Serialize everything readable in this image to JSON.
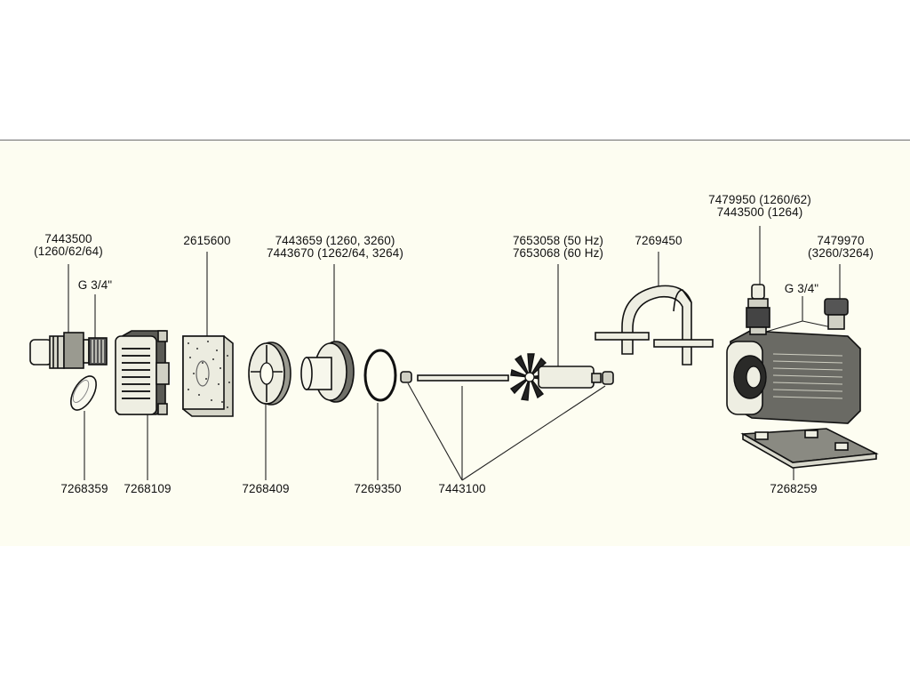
{
  "labels": {
    "part_7443500_left": {
      "line1": "7443500",
      "line2": "(1260/62/64)"
    },
    "thread_left": "G 3/4\"",
    "part_7268359": "7268359",
    "part_7268109": "7268109",
    "part_2615600": "2615600",
    "part_7443659": {
      "line1": "7443659 (1260, 3260)",
      "line2": "7443670 (1262/64, 3264)"
    },
    "part_7268409": "7268409",
    "part_7269350": "7269350",
    "part_7653058": {
      "line1": "7653058 (50 Hz)",
      "line2": "7653068 (60 Hz)"
    },
    "part_7443100": "7443100",
    "part_7269450": "7269450",
    "part_7479950": {
      "line1": "7479950 (1260/62)",
      "line2": "7443500 (1264)"
    },
    "thread_right": "G 3/4\"",
    "part_7479970": {
      "line1": "7479970",
      "line2": "(3260/3264)"
    },
    "part_7268259": "7268259"
  },
  "colors": {
    "background": "#fdfdf1",
    "ink": "#111111",
    "divider": "#6f6f6f"
  }
}
